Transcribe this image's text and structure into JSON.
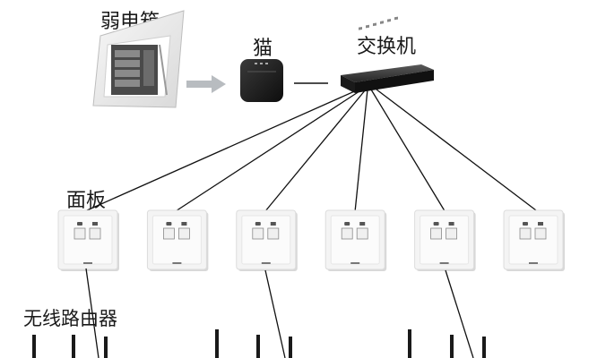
{
  "labels": {
    "weak_box": "弱电箱",
    "modem": "猫",
    "switch": "交换机",
    "panel": "面板",
    "router": "无线路由器"
  },
  "colors": {
    "line": "#111111",
    "arrow": "#b8bcc0",
    "device_dark": "#1b1b1b",
    "panel_face": "#f4f4f4",
    "panel_border": "#dcdcdc"
  },
  "components": {
    "panel_count": 6,
    "panel_connections": 6,
    "router_count": 3
  }
}
